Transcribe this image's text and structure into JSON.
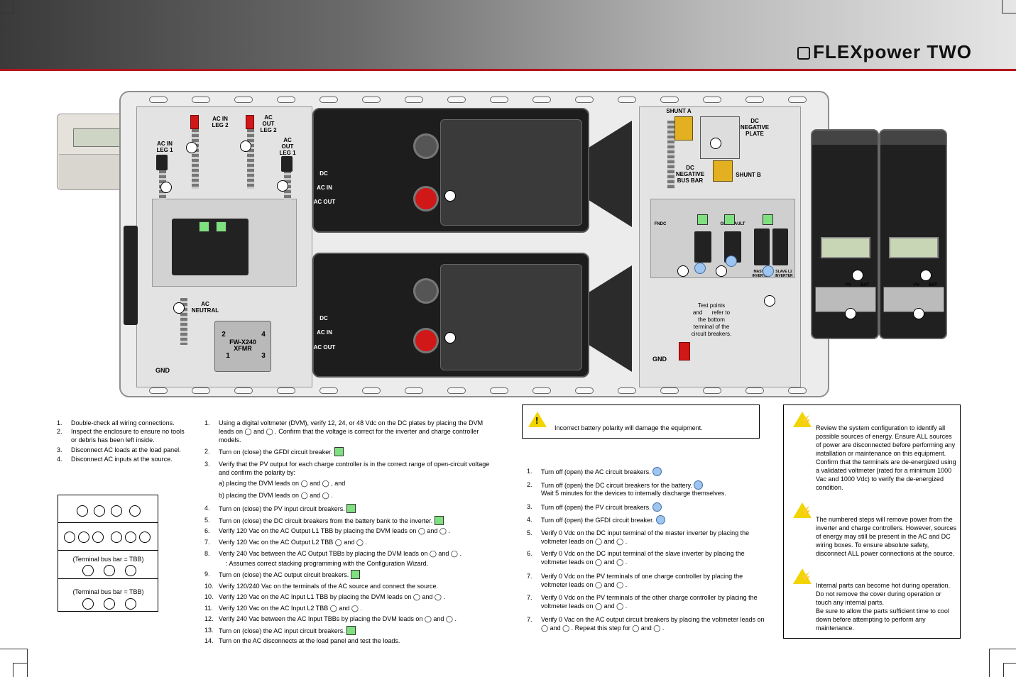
{
  "header": {
    "brand": "FLEXpower TWO"
  },
  "diagram": {
    "labels": {
      "ac_in_leg1": "AC IN\nLEG 1",
      "ac_in_leg2": "AC IN\nLEG 2",
      "ac_out_leg2": "AC\nOUT\nLEG 2",
      "ac_out_leg1": "AC\nOUT\nLEG 1",
      "ac_neutral": "AC\nNEUTRAL",
      "gnd_left": "GND",
      "gnd_right": "GND",
      "xfmr": "FW-X240\nXFMR",
      "xfmr_1": "1",
      "xfmr_2": "2",
      "xfmr_3": "3",
      "xfmr_4": "4",
      "shunt_a": "SHUNT A",
      "shunt_b": "SHUNT B",
      "dc_neg_plate": "DC\nNEGATIVE\nPLATE",
      "dc_neg_bus": "DC\nNEGATIVE\nBUS BAR",
      "inv_dc": "DC",
      "inv_ac_in": "AC IN",
      "inv_ac_out": "AC OUT",
      "master_inverter": "MASTER\nINVERTER",
      "slave_inverter": "SLAVE L2\nINVERTER",
      "fndc": "FNDC",
      "gfdi_fault": "GFDI FAULT",
      "pv": "PV",
      "bat": "BAT",
      "test_points": "Test points\nand      refer to\nthe bottom\nterminal of the\ncircuit breakers."
    }
  },
  "precheck": {
    "items": [
      "Double-check all wiring connections.",
      "Inspect the enclosure to ensure no tools or debris has been left inside.",
      "Disconnect AC loads at the load panel.",
      "Disconnect AC inputs at the source."
    ]
  },
  "tbb": {
    "row2": "(Terminal bus bar = TBB)",
    "row3": "(Terminal bus bar = TBB)"
  },
  "startup": {
    "steps": [
      "Using a digital voltmeter (DVM), verify 12, 24, or 48 Vdc on the DC plates by placing the DVM leads on ◯ and ◯ .  Confirm that the voltage is correct for the inverter and charge controller models.",
      "Turn on (close) the GFDI circuit breaker.",
      "Verify that the PV output for each charge controller is in the correct range of open-circuit voltage and confirm the polarity by:",
      "a) placing the DVM leads on ◯ and ◯ , and",
      "b) placing the DVM leads on ◯ and ◯ .",
      "Turn on (close) the PV input circuit breakers.",
      "Turn on (close) the DC circuit breakers from the battery bank to the inverter.",
      "Verify 120 Vac on the AC Output L1 TBB by placing the DVM leads on ◯ and ◯ .",
      "Verify 120 Vac on the AC Output L2 TBB ◯ and ◯ .",
      "Verify 240 Vac between the AC Output TBBs by placing the DVM leads on ◯ and ◯ .",
      ":  Assumes correct stacking programming with the Configuration Wizard.",
      "Turn on (close) the AC output circuit breakers.",
      "Verify 120/240 Vac on the terminals of the AC source and connect the source.",
      "Verify 120 Vac on the AC Input L1 TBB by placing the DVM leads on ◯ and ◯ .",
      "Verify 120 Vac on the AC Input L2 TBB ◯ and ◯ .",
      "Verify 240 Vac between the AC Input TBBs by placing the DVM leads on ◯ and ◯ .",
      "Turn on (close) the AC input circuit breakers.",
      "Turn on the AC disconnects at the load panel and test the loads."
    ],
    "numbers": [
      "1.",
      "2.",
      "3.",
      "4.",
      "5.",
      "6.",
      "7.",
      "8.",
      "9.",
      "10.",
      "10.",
      "11.",
      "12.",
      "13.",
      "14."
    ]
  },
  "caution": {
    "text": "Incorrect battery polarity will damage the equipment."
  },
  "shutdown": {
    "steps": [
      "Turn off (open) the AC circuit breakers.",
      "Turn off (open) the DC circuit breakers for the battery.",
      "Wait 5 minutes for the devices to internally discharge themselves.",
      "Turn off (open) the PV circuit breakers.",
      "Turn off (open) the GFDI circuit breaker.",
      "Verify 0 Vdc on the DC input terminal of the master inverter by placing the voltmeter leads on ◯ and ◯ .",
      "Verify 0 Vdc on the DC input terminal of the slave inverter by placing the voltmeter leads on ◯ and ◯ .",
      "Verify 0 Vdc on the PV terminals of one charge controller by placing the voltmeter leads on ◯ and ◯ .",
      "Verify 0 Vdc on the PV terminals of the other charge controller by placing the voltmeter leads on ◯ and ◯ .",
      "Verify 0 Vac on the AC output circuit breakers by placing the voltmeter leads on ◯ and ◯ .  Repeat this step for ◯ and ◯ ."
    ],
    "numbers": [
      "1.",
      "2.",
      "3.",
      "4.",
      "5.",
      "6.",
      "7.",
      "7.",
      "7."
    ]
  },
  "warnings": [
    "Review the system configuration to identify all possible sources of energy.  Ensure ALL sources of power are disconnected before performing any installation or maintenance on this equipment.  Confirm that the terminals are de-energized using a validated voltmeter (rated for a minimum 1000 Vac and 1000 Vdc) to verify the de-energized condition.",
    "The numbered steps will remove power from the inverter and charge controllers.  However, sources of energy may still be present in the AC and DC wiring boxes.  To ensure absolute safety, disconnect ALL power connections at the source.",
    "Internal parts can become hot during operation.  Do not remove the cover during operation or touch any internal parts.\nBe sure to allow the parts sufficient time to cool down before attempting to perform any maintenance."
  ],
  "colors": {
    "accent_red": "#b3151b",
    "green_marker": "#7ee07e",
    "blue_marker": "#9ec5ef",
    "warning_yellow": "#f2d400"
  }
}
